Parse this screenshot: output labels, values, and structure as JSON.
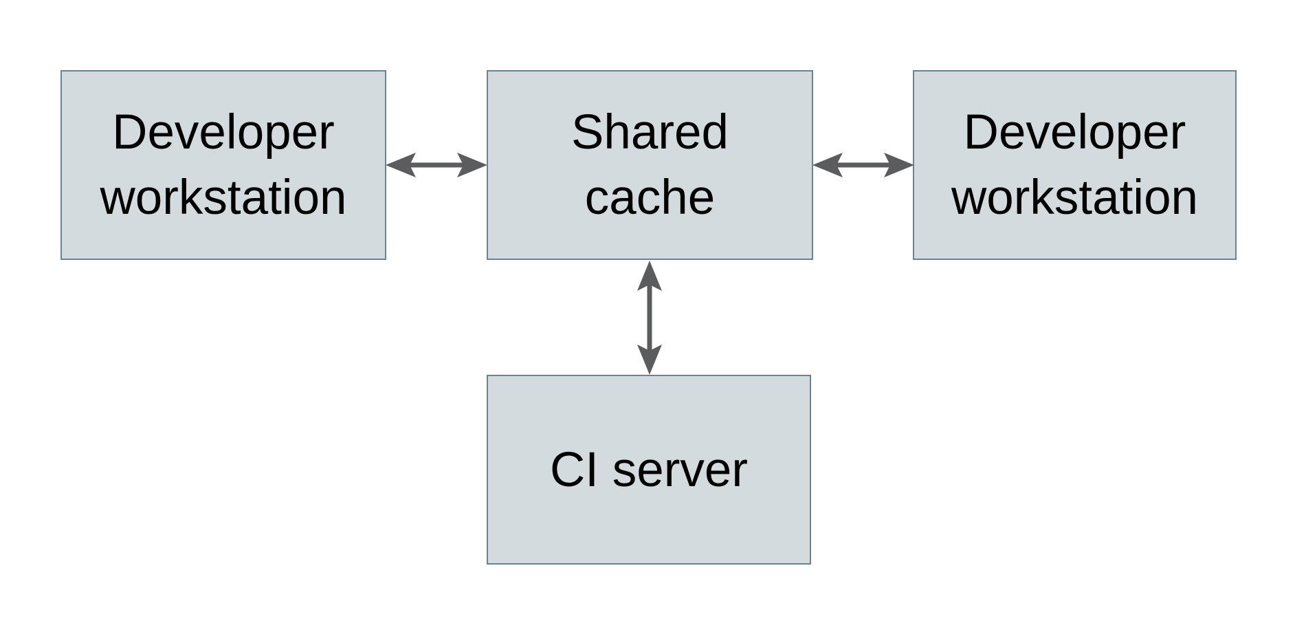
{
  "diagram": {
    "type": "architecture-diagram",
    "background": "#ffffff",
    "colors": {
      "box_fill": "#d3dbde",
      "box_border": "#6b8391",
      "arrow_color": "#5a5c5e",
      "text_color": "#000000"
    },
    "nodes": {
      "developer_workstation_left": {
        "label": "Developer\nworkstation"
      },
      "shared_cache": {
        "label": "Shared\ncache"
      },
      "developer_workstation_right": {
        "label": "Developer\nworkstation"
      },
      "ci_server": {
        "label": "CI server"
      }
    },
    "edges": [
      {
        "from": "developer_workstation_left",
        "to": "shared_cache",
        "direction": "bidirectional",
        "orientation": "horizontal"
      },
      {
        "from": "shared_cache",
        "to": "developer_workstation_right",
        "direction": "bidirectional",
        "orientation": "horizontal"
      },
      {
        "from": "shared_cache",
        "to": "ci_server",
        "direction": "bidirectional",
        "orientation": "vertical"
      }
    ]
  }
}
